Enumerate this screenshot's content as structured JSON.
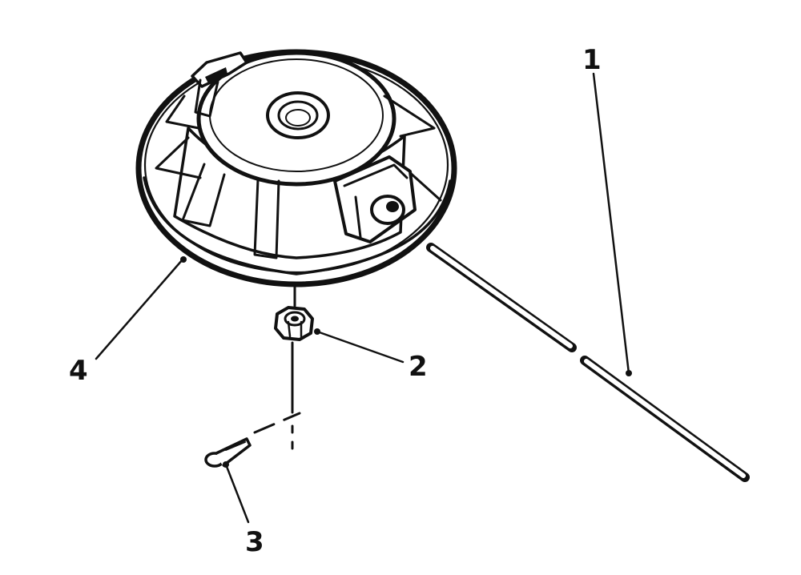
{
  "callouts": [
    {
      "id": "1",
      "label": "1"
    },
    {
      "id": "2",
      "label": "2"
    },
    {
      "id": "3",
      "label": "3"
    },
    {
      "id": "4",
      "label": "4"
    }
  ],
  "colors": {
    "ink": "#111111",
    "paper": "#ffffff"
  },
  "parts": [
    {
      "callout": "1",
      "name": "trimmer-line"
    },
    {
      "callout": "2",
      "name": "hex-nut"
    },
    {
      "callout": "3",
      "name": "cotter-pin"
    },
    {
      "callout": "4",
      "name": "trimmer-head-housing"
    }
  ]
}
